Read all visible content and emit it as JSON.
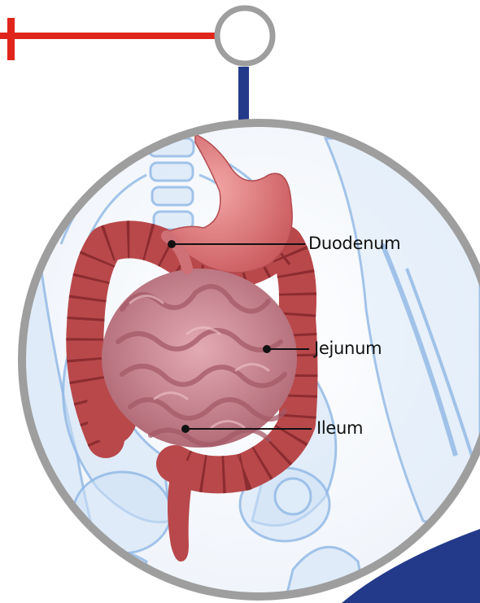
{
  "colors": {
    "red_connector": "#e0251b",
    "grey_ring": "#9e9e9e",
    "navy": "#233a8b",
    "skeleton_blue": "#8fb7e4",
    "colon": "#b9484a",
    "small_intestine": "#c8848f",
    "stomach": "#de8083",
    "leader_line": "#111111"
  },
  "labels": {
    "duodenum": "Duodenum",
    "jejunum": "Jejunum",
    "ileum": "Ileum"
  }
}
